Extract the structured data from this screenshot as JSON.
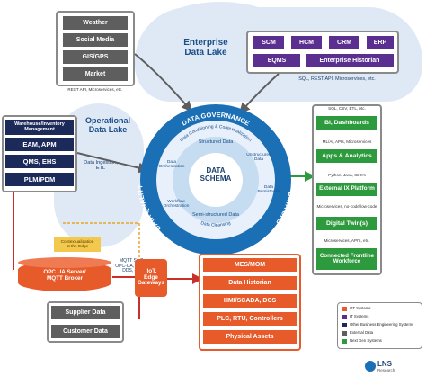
{
  "colors": {
    "ot": "#e75a2a",
    "it": "#5b2f8f",
    "other_eng": "#1c2a5a",
    "external": "#5e5e5e",
    "nextgen": "#2e9a3e",
    "hub": "#1b6fb5",
    "cloud": "#dfe9f5"
  },
  "external_data": {
    "items": [
      "Weather",
      "Social Media",
      "GIS/GPS",
      "Market"
    ],
    "caption": "REST API, Microservices, etc."
  },
  "enterprise": {
    "title": "Enterprise\nData Lake",
    "items": [
      "SCM",
      "HCM",
      "CRM",
      "ERP",
      "EQMS",
      "Enterprise Historian"
    ],
    "caption": "SQL, REST API, Microservices, etc."
  },
  "operational": {
    "title": "Operational\nData Lake",
    "items": [
      "Warehouse/Inventory Management",
      "EAM, APM",
      "QMS, EHS",
      "PLM/PDM"
    ],
    "ingestion": "Data Ingestion,\nETL"
  },
  "hub": {
    "center": "DATA\nSCHEMA",
    "outer_top": "DATA GOVERNANCE",
    "outer_left": "DATA QUALITY",
    "outer_right": "DATA OPS",
    "ring": [
      "Data Conditioning & Contextualization",
      "Unstructured Data",
      "Data Persistence",
      "Data Cleansing",
      "Workflow Orchestration",
      "Data Orchestration"
    ],
    "inner": [
      "Structured Data",
      "Semi-structured Data"
    ]
  },
  "nextgen": {
    "groups": [
      {
        "caption": "SQL, CSV, ETL, etc.",
        "label": "BI, Dashboards"
      },
      {
        "caption": "ML/AI, APIs, Microservices",
        "label": "Apps & Analytics"
      },
      {
        "caption": "Python, Java, SDK's",
        "label": "External IX Platform"
      },
      {
        "caption": "Microservices, no-code/low-code",
        "label": "Digital Twin(s)"
      },
      {
        "caption": "Microservices, API's, etc.",
        "label": "Connected Frontline Workforce"
      }
    ]
  },
  "edge": {
    "contextualization": "Contextualization\nat the Edge",
    "broker": "OPC UA Server/\nMQTT Broker",
    "protocols": "MQTT Sp-B,\nOPC-UA, AMQP,\nDDS, etc.",
    "gateways": "IIoT,\nEdge\nGateways"
  },
  "ot_systems": [
    "MES/MOM",
    "Data Historian",
    "HMI/SCADA, DCS",
    "PLC, RTU, Controllers",
    "Physical Assets"
  ],
  "supplier": [
    "Supplier Data",
    "Customer Data"
  ],
  "legend": [
    "OT Systems",
    "IT Systems",
    "Other Business Engineering Systems",
    "External Data",
    "Next Gen Systems"
  ],
  "brand": {
    "name": "LNS",
    "sub": "Research"
  }
}
